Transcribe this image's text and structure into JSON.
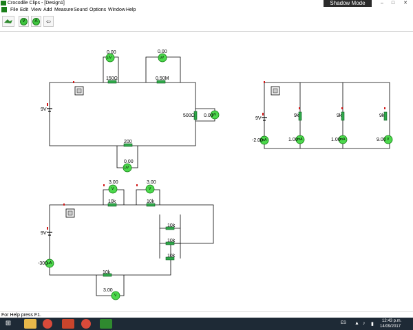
{
  "window": {
    "title": "Crocodile Clips - [Design1]",
    "shadow_mode": "Shadow Mode",
    "min_glyph": "–",
    "max_glyph": "□",
    "close_glyph": "✕"
  },
  "menu": [
    "File",
    "Edit",
    "View",
    "Add",
    "Measure",
    "Sound",
    "Options",
    "Window",
    "Help"
  ],
  "toolbar": {
    "voltmeter_label": "V",
    "ammeter_label": "A",
    "back_glyph": "⇦",
    "icons": [
      "croc-icon",
      "voltmeter-icon",
      "ammeter-icon",
      "back-arrow-icon"
    ]
  },
  "circuit1": {
    "battery": "9V",
    "r_top": "150Ω",
    "r_top2": "0.50M",
    "r_right": "500Ω",
    "r_bottom": "200",
    "v1": "0.00",
    "v2": "0.00",
    "v3": "0.00",
    "v4": "0.00",
    "meter_unit": "μV"
  },
  "circuit2": {
    "battery": "9V",
    "r1": "9k",
    "r2": "9k",
    "r3": "9k",
    "a_main": "-2.00",
    "a1": "1.00",
    "a2": "1.00",
    "v_out": "9.00",
    "amp_unit": "mA",
    "volt_unit": "V"
  },
  "circuit3": {
    "battery": "9V",
    "v_top1": "3.00",
    "v_top2": "3.00",
    "v_bottom": "3.00",
    "r_top1": "10k",
    "r_top2": "10k",
    "r_p1": "10k",
    "r_p2": "10k",
    "r_p3": "10k",
    "r_bottom": "10k",
    "a_main": "-300",
    "amp_unit": "μA",
    "volt_unit": "V"
  },
  "status": {
    "help": "For Help press F1."
  },
  "taskbar": {
    "start_glyph": "⊞",
    "lang": "ES",
    "time": "12:43 p.m.",
    "date": "14/09/2017",
    "tray_glyphs": [
      "▲",
      "♪",
      "▮"
    ],
    "apps": [
      {
        "name": "explorer-icon",
        "color": "#e8b84a"
      },
      {
        "name": "chrome-icon",
        "color": "#d84a3a"
      },
      {
        "name": "powerpoint-icon",
        "color": "#c9452c"
      },
      {
        "name": "chrome-icon-2",
        "color": "#d84a3a"
      },
      {
        "name": "crocodile-clips-icon",
        "color": "#2f8a2f"
      }
    ]
  }
}
